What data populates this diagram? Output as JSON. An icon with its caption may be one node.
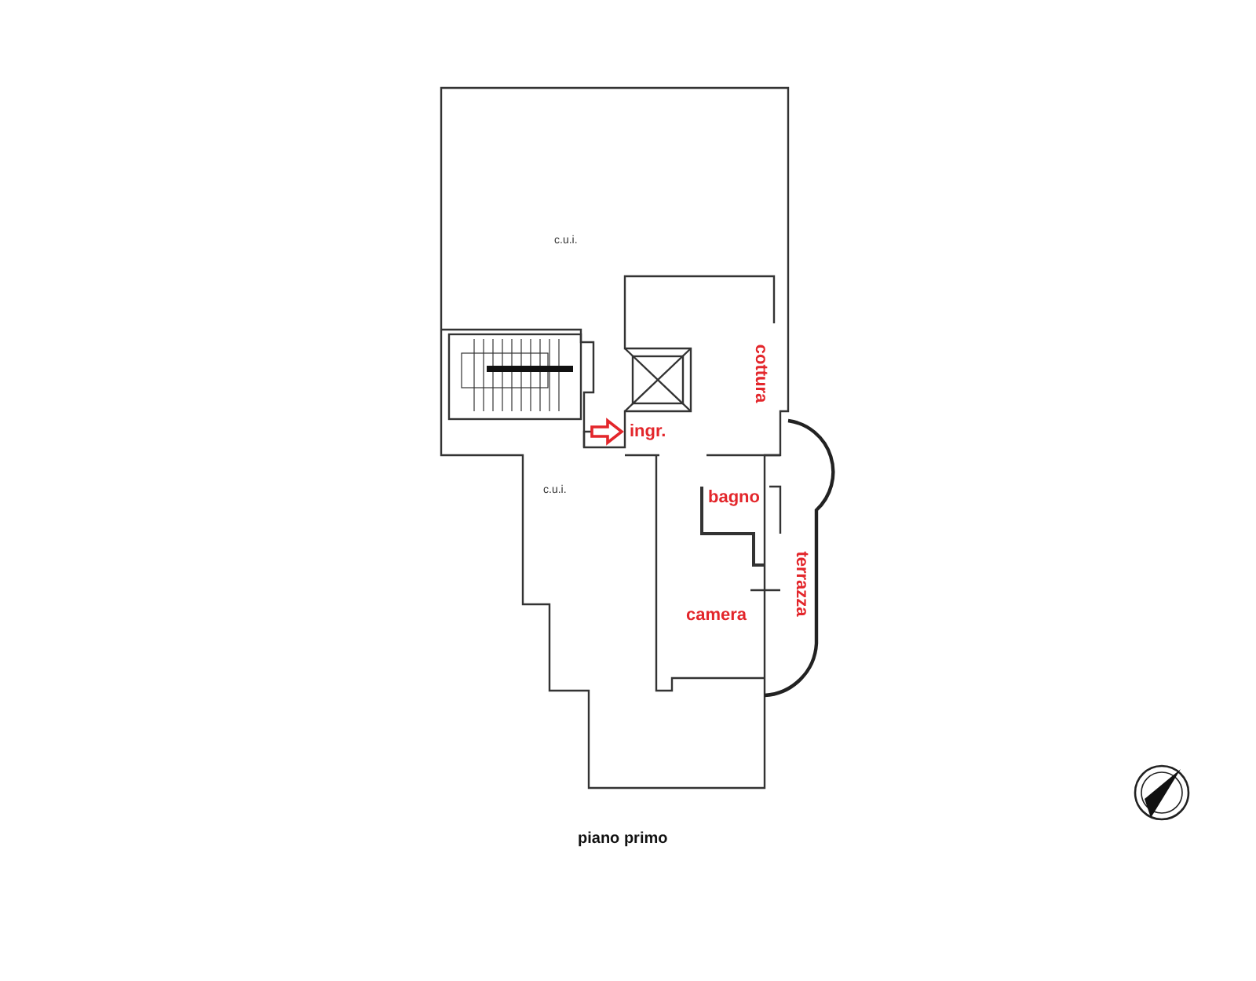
{
  "diagram": {
    "title": "piano primo",
    "labels": [
      "c.u.i.",
      "cottura",
      "ingr.",
      "bagno",
      "c.u.i.",
      "terrazza",
      "camera"
    ]
  }
}
